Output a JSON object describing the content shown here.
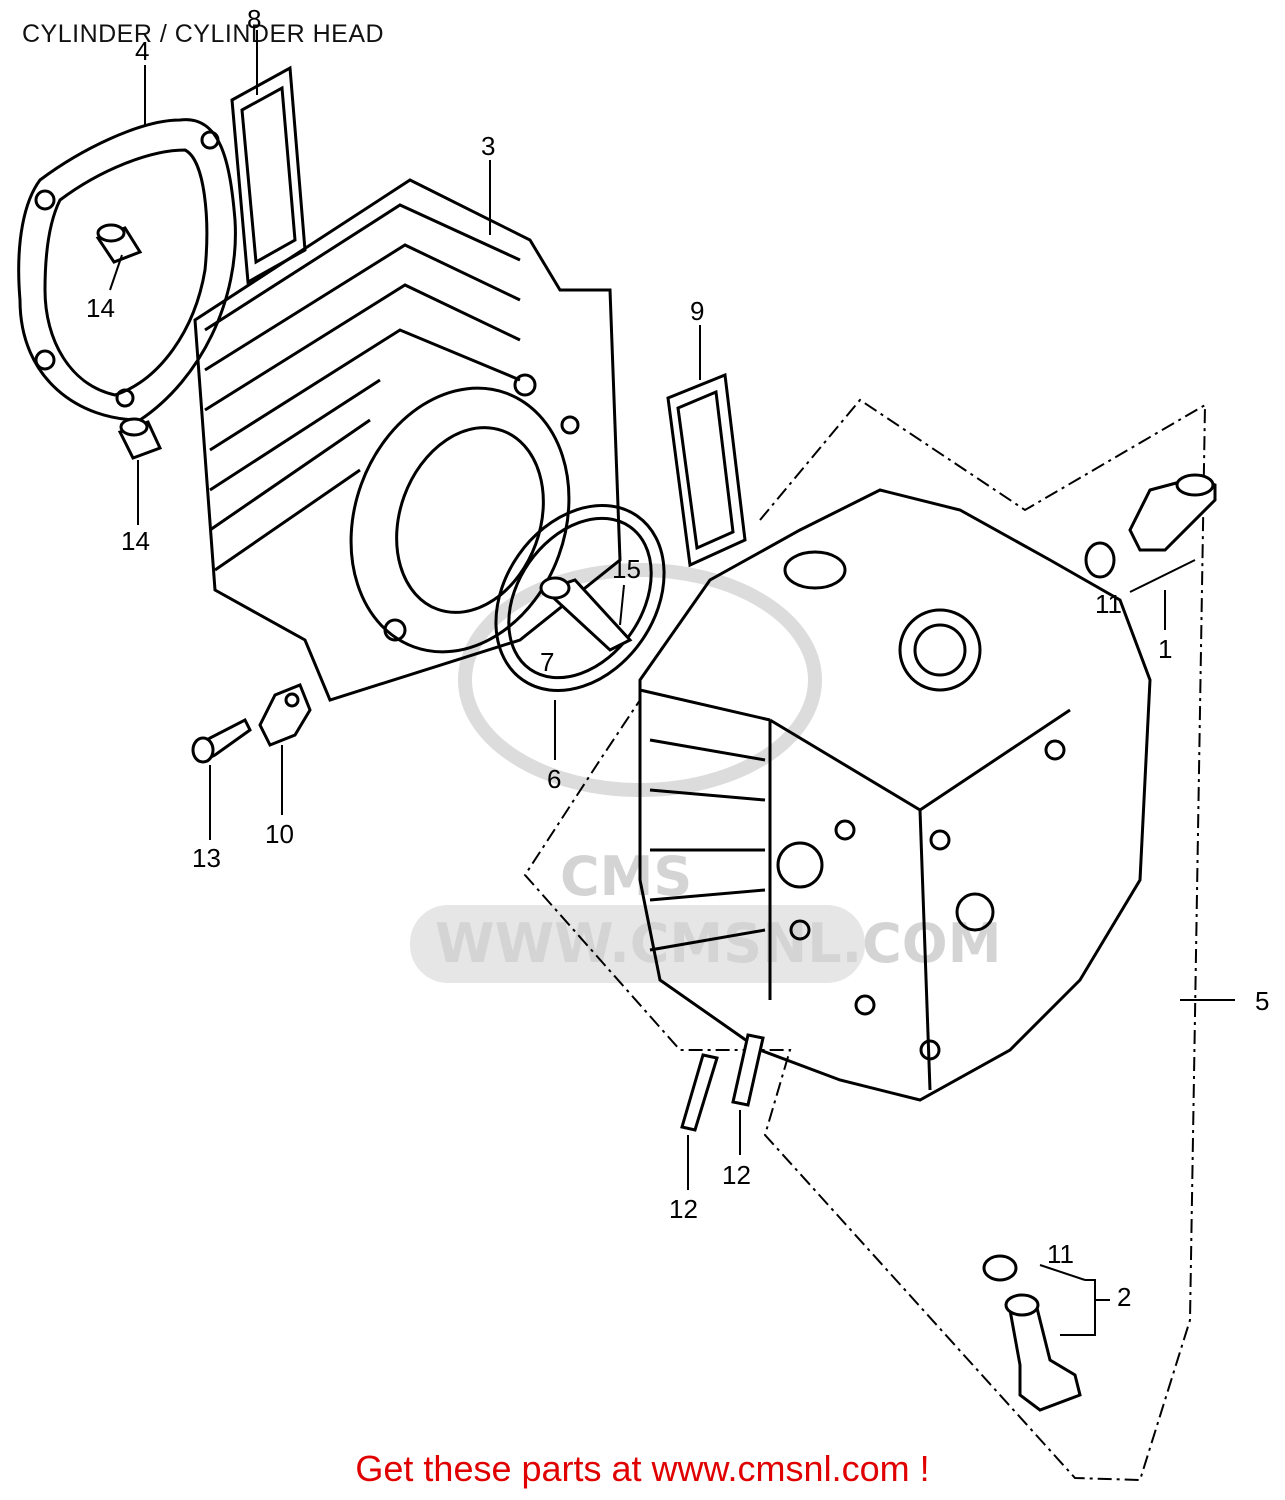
{
  "title": "CYLINDER / CYLINDER HEAD",
  "watermark": {
    "brand": "CMS",
    "url_text": "WWW.CMSNL.COM"
  },
  "callouts": [
    {
      "id": "c1",
      "label": "1"
    },
    {
      "id": "c2",
      "label": "2"
    },
    {
      "id": "c3",
      "label": "3"
    },
    {
      "id": "c4",
      "label": "4"
    },
    {
      "id": "c5",
      "label": "5"
    },
    {
      "id": "c6",
      "label": "6"
    },
    {
      "id": "c7",
      "label": "7"
    },
    {
      "id": "c8",
      "label": "8"
    },
    {
      "id": "c9",
      "label": "9"
    },
    {
      "id": "c10",
      "label": "10"
    },
    {
      "id": "c11a",
      "label": "11"
    },
    {
      "id": "c11b",
      "label": "11"
    },
    {
      "id": "c12a",
      "label": "12"
    },
    {
      "id": "c12b",
      "label": "12"
    },
    {
      "id": "c13",
      "label": "13"
    },
    {
      "id": "c14a",
      "label": "14"
    },
    {
      "id": "c14b",
      "label": "14"
    },
    {
      "id": "c15",
      "label": "15"
    }
  ],
  "footer": {
    "text": "Get these parts at www.cmsnl.com !"
  },
  "colors": {
    "line": "#000000",
    "footer": "#e00000",
    "watermark": "#d4d4d4"
  }
}
